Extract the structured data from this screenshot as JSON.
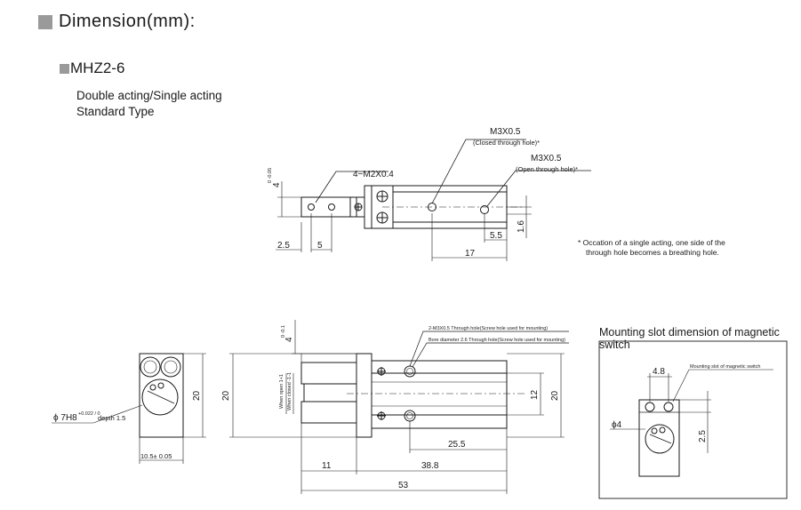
{
  "header": {
    "title": "Dimension(mm):",
    "model": "MHZ2-6",
    "subtitle_line1": "Double acting/Single acting",
    "subtitle_line2": "Standard Type"
  },
  "note": {
    "line1": "* Occation of a single acting, one side of the",
    "line2": "through hole becomes a breathing hole."
  },
  "top_view": {
    "thread_left": "4−M2X0.4",
    "thread_closed": "M3X0.5",
    "closed_label": "(Closed through hole)*",
    "thread_open": "M3X0.5",
    "open_label": "(Open through hole)*",
    "dim_2_5": "2.5",
    "dim_5": "5",
    "dim_5_5": "5.5",
    "dim_17": "17",
    "dim_1_6": "1.6",
    "dim_4": "4",
    "tol_4": "0\n-0.05"
  },
  "end_view": {
    "bore_label": "ϕ 7H8",
    "bore_tol": "+0.022 / 0",
    "bore_depth": "depth 1.5",
    "dim_20": "20",
    "dim_width": "10.5± 0.05"
  },
  "side_view": {
    "mount_hole_1": "2-M3X0.5 Through hole(Screw hole used for mounting)",
    "mount_hole_2": "Bore diameter 2.6 Through hole(Screw hole used for mounting)",
    "dim_4": "4",
    "tol_4": "0 -0.1",
    "dim_20_left": "20",
    "dim_20_right": "20",
    "dim_12": "12",
    "dim_25_5": "25.5",
    "dim_11": "11",
    "dim_38_8": "38.8",
    "dim_53": "53",
    "open_label": "When open 1+1",
    "closed_label": "When closed -1-1"
  },
  "switch_panel": {
    "title": "Mounting slot dimension of magnetic switch",
    "slot_label": "Mounting slot of magnetic switch",
    "dim_4_8": "4.8",
    "dim_phi4": "ϕ4",
    "dim_2_5": "2.5"
  }
}
